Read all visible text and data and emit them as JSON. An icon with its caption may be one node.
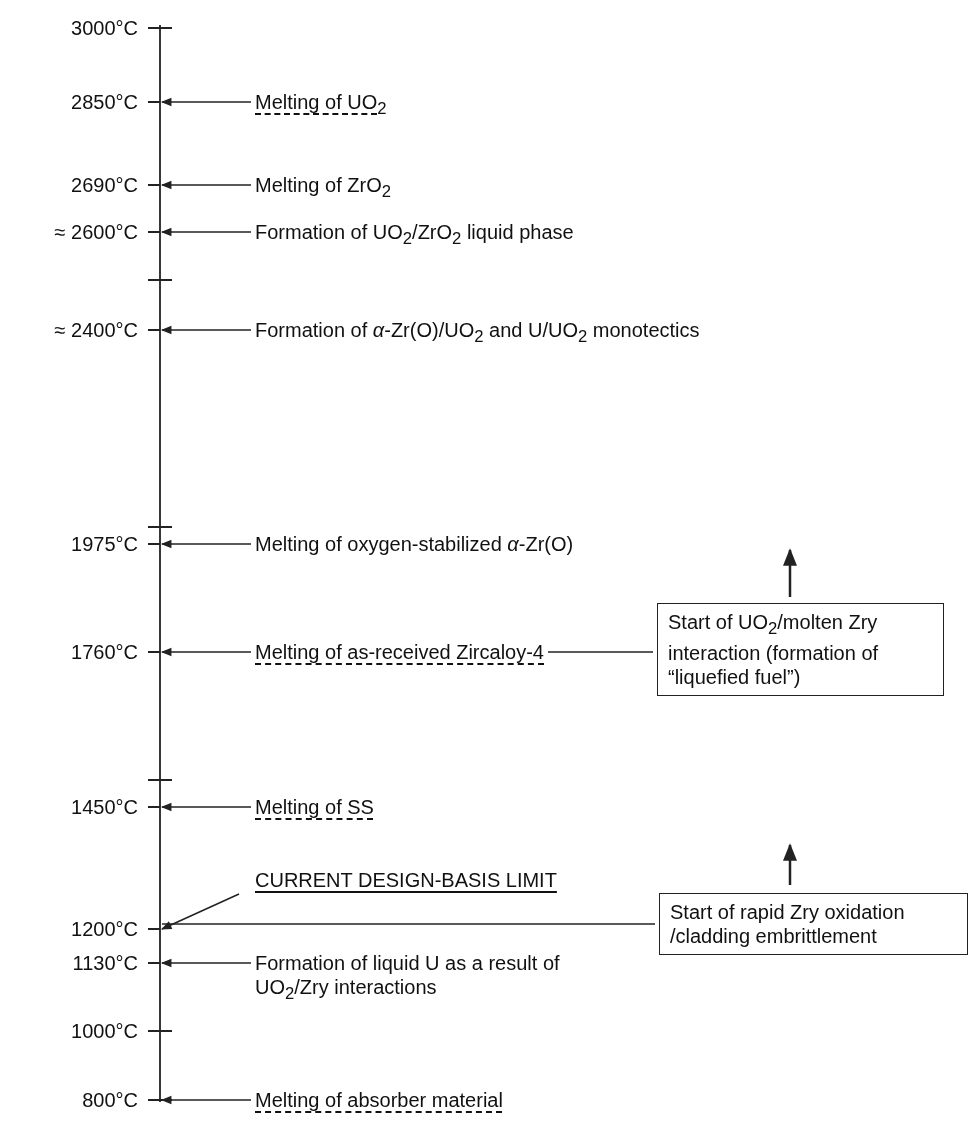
{
  "diagram": {
    "nodes": [
      {
        "text": [
          "Melting of UO$_{2}$"
        ]
      },
      {
        "text": [
          "Melting of ZrO$_{2}$"
        ]
      },
      {
        "text": [
          "Formation of UO$_{2}$/ZrO$_{2}$ liquid phase"
        ]
      },
      {
        "text": [
          "Formation of *α*-Zr(O)/UO$_{2}$ and U/UO$_{2}$ monotectics"
        ]
      },
      {
        "text": [
          "Melting of oxygen-stabilized *α*-Zr(O)"
        ]
      },
      {
        "text": [
          "Melting of as-received Zircaloy-4"
        ]
      },
      {
        "text": [
          "Start of UO$_{2}$/molten Zry interaction (formation of “liquefied fuel”)"
        ]
      },
      {
        "text": [
          "Melting of SS"
        ]
      },
      {
        "text": [
          "CURRENT DESIGN-BASIS LIMIT"
        ]
      },
      {
        "text": [
          "Start of rapid Zry oxidation /cladding embrittlement"
        ]
      },
      {
        "text": [
          "Formation of liquid U as a result of UO$_{2}$/Zry interactions"
        ]
      },
      {
        "text": [
          "Melting of absorber material"
        ]
      },
      {
        "text": [],
        "shape": "line"
      }
    ],
    "edges": [
      {
        "from": 0,
        "to": 12,
        "arrow": "to"
      },
      {
        "from": 1,
        "to": 12,
        "arrow": "to"
      },
      {
        "from": 2,
        "to": 12,
        "arrow": "to"
      },
      {
        "from": 3,
        "to": 12,
        "arrow": "to"
      },
      {
        "from": 4,
        "to": 12,
        "arrow": "to"
      },
      {
        "from": 5,
        "to": 12,
        "arrow": "to"
      },
      {
        "from": 6,
        "to": 5,
        "arrow": "none"
      },
      {
        "from": 7,
        "to": 12,
        "arrow": "to"
      },
      {
        "from": 8,
        "to": 12,
        "arrow": "to"
      },
      {
        "from": 9,
        "to": 12,
        "arrow": "none"
      },
      {
        "from": 10,
        "to": 12,
        "arrow": "to"
      },
      {
        "from": 11,
        "to": 12,
        "arrow": "to"
      }
    ],
    "labels": [
      "3000°C",
      "2850°C",
      "2690°C",
      "≈ 2600°C",
      "≈ 2400°C",
      "1975°C",
      "1760°C",
      "1450°C",
      "1200°C",
      "1130°C",
      "1000°C",
      "800°C"
    ]
  }
}
